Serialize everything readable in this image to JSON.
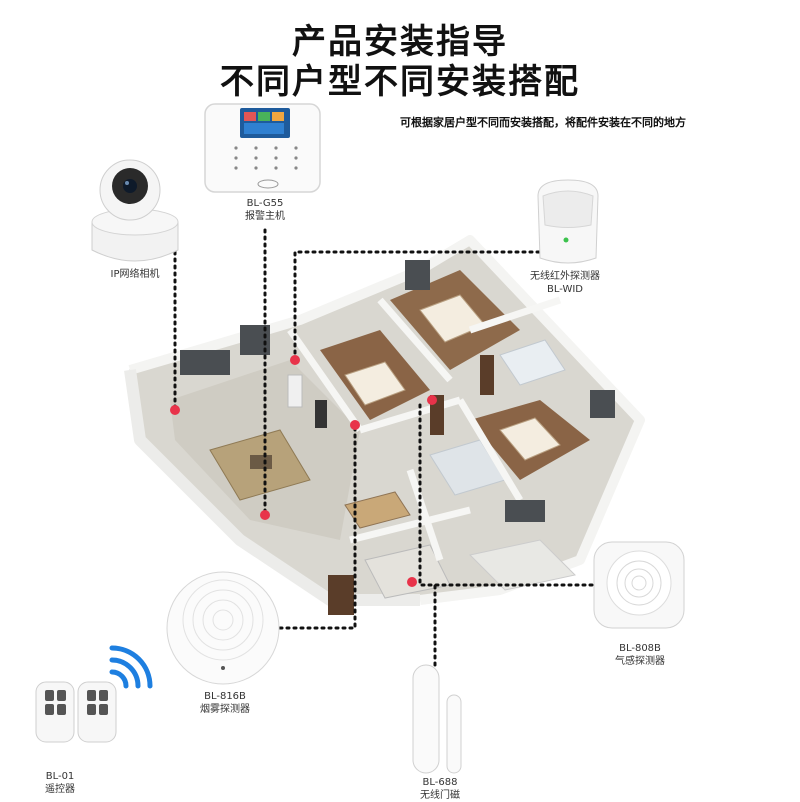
{
  "heading": {
    "line1": "产品安装指导",
    "line2": "不同户型不同安装搭配",
    "subtitle": "可根据家居户型不同而安装搭配，将配件安装在不同的地方"
  },
  "devices": {
    "host": {
      "model": "BL-G55",
      "name": "报警主机"
    },
    "camera": {
      "name": "IP网络相机"
    },
    "pir": {
      "name": "无线红外探测器",
      "model": "BL-WID"
    },
    "gas": {
      "model": "BL-808B",
      "name": "气感探测器"
    },
    "smoke": {
      "model": "BL-816B",
      "name": "烟雾探测器"
    },
    "door": {
      "model": "BL-688",
      "name": "无线门磁"
    },
    "remote": {
      "model": "BL-01",
      "name": "遥控器"
    }
  },
  "colors": {
    "connector_dot": "#e8334a",
    "line": "#111111",
    "floor": "#d8d6cf",
    "wall": "#f2f2f0"
  }
}
